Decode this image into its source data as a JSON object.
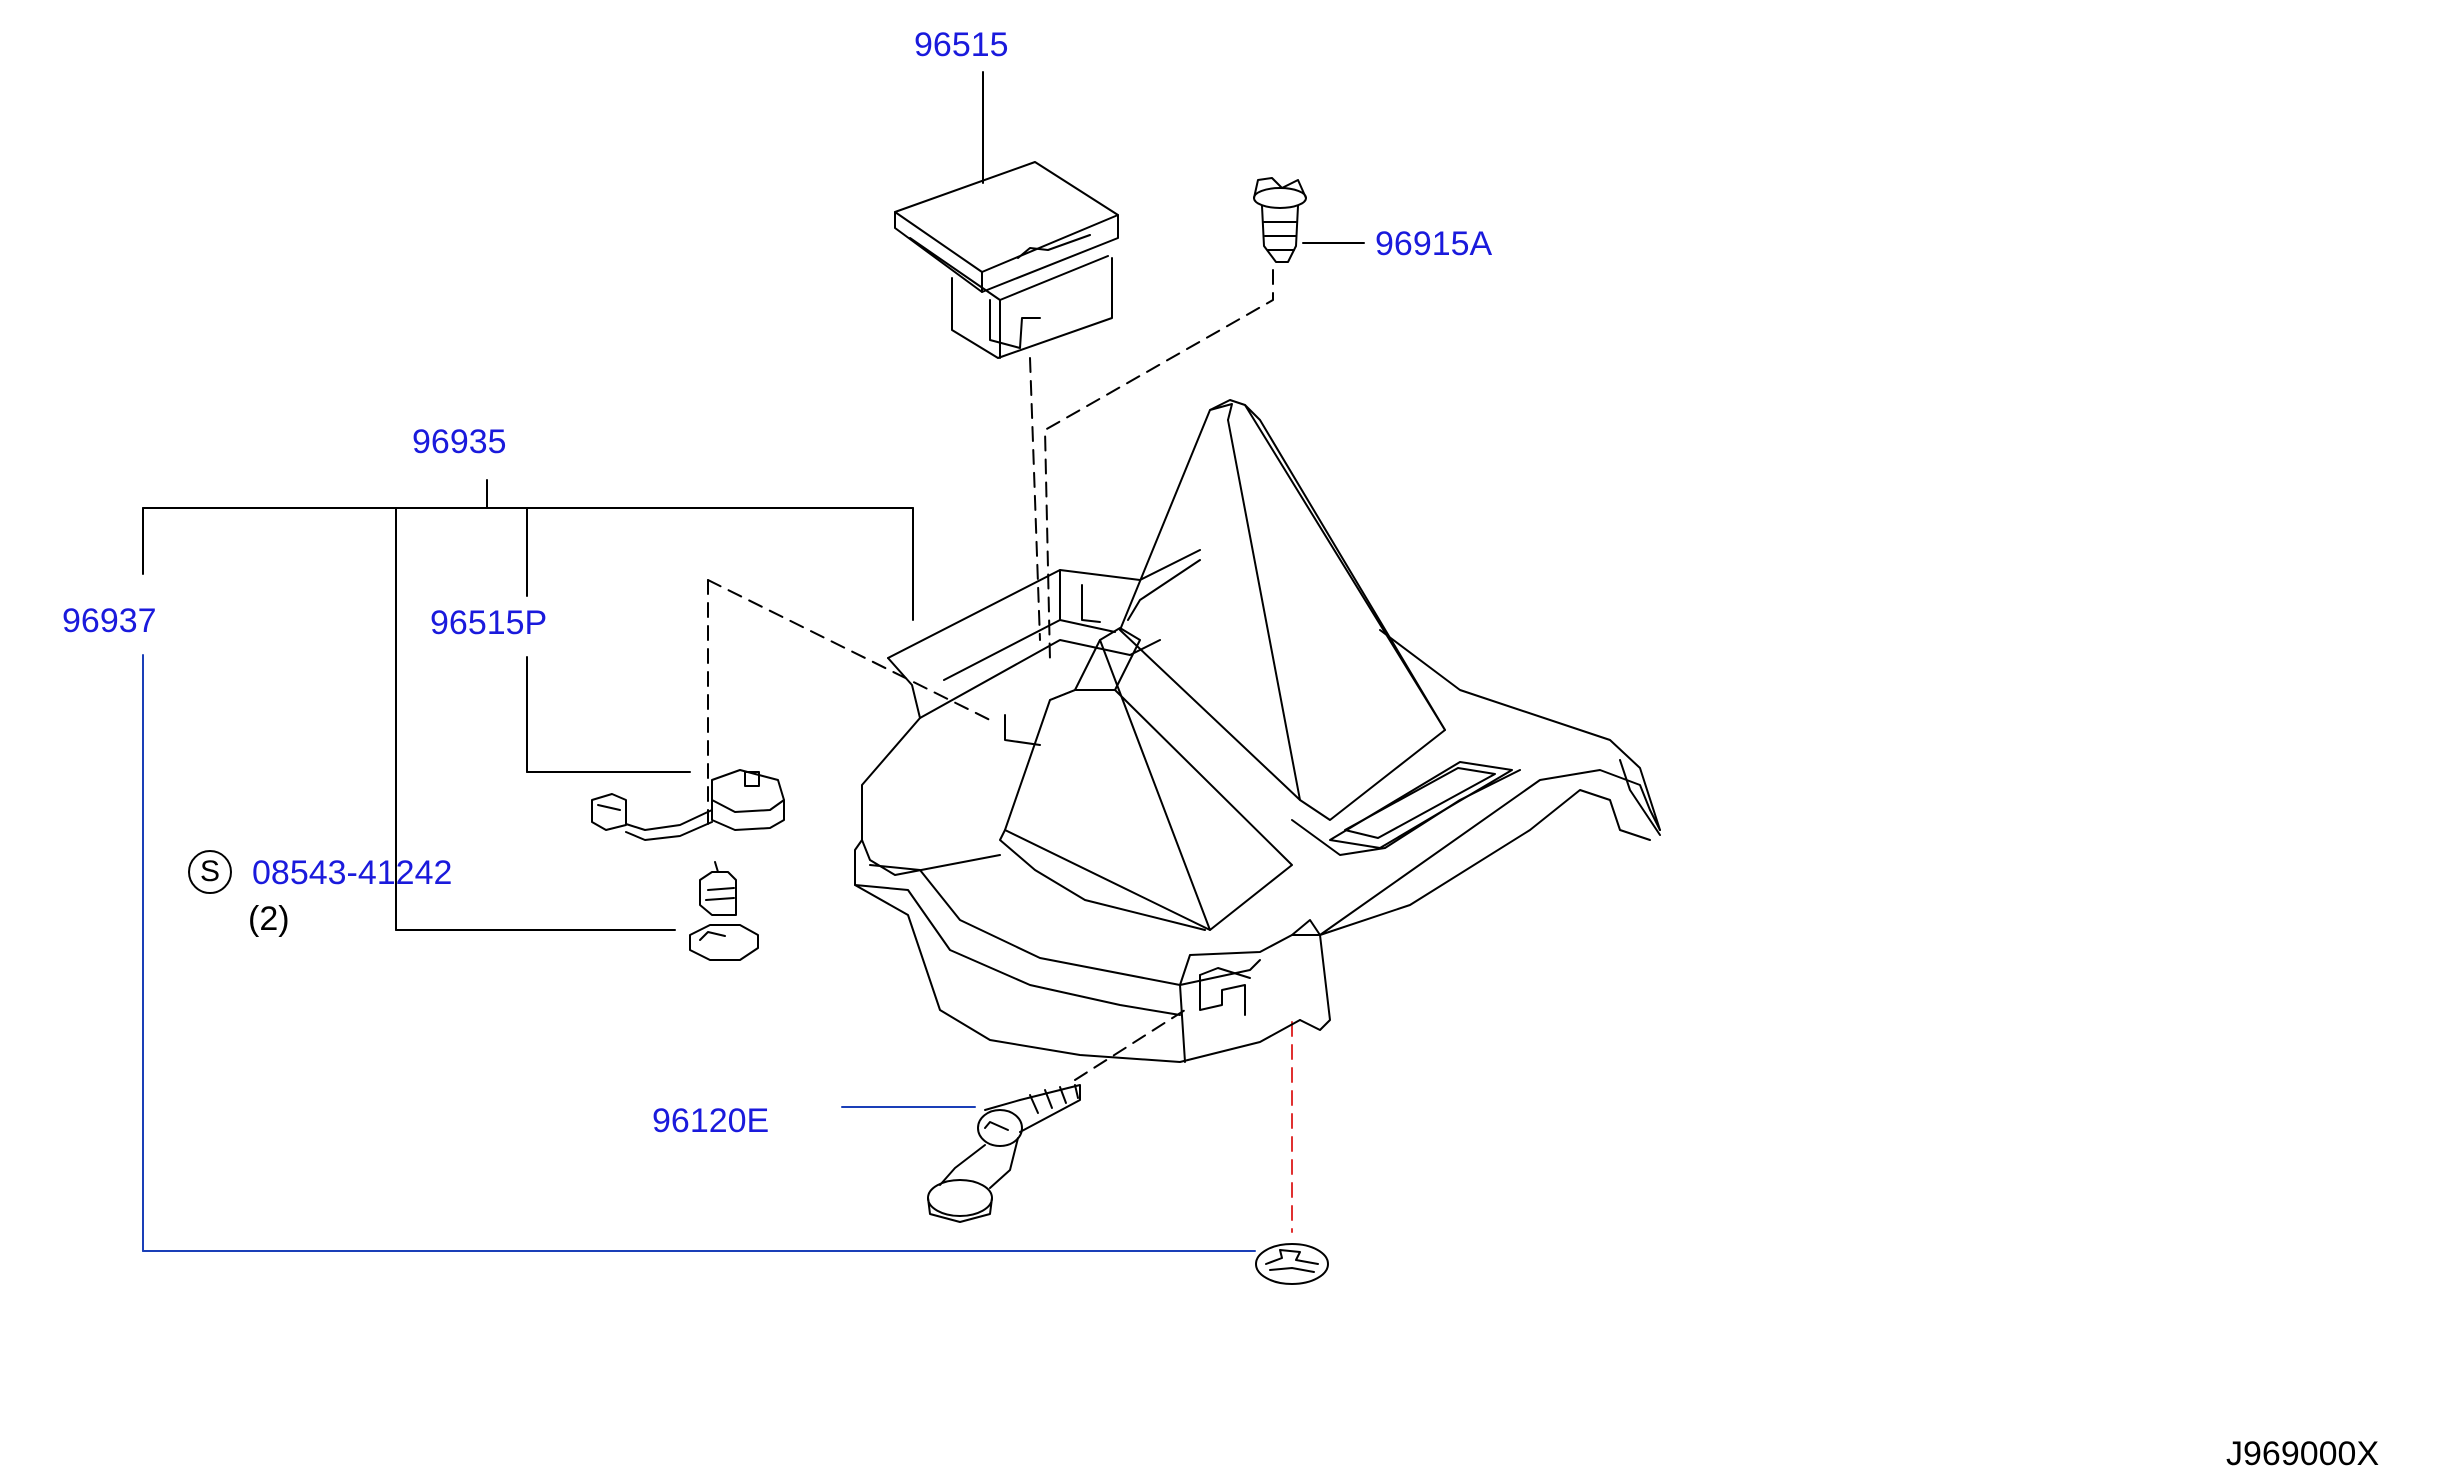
{
  "diagram": {
    "code": "J969000X",
    "colors": {
      "label": "#1a1adc",
      "line": "#000000",
      "leader_blue": "#1a3fb8",
      "dash_red": "#e03030"
    },
    "parts": {
      "p96515": "96515",
      "p96915A": "96915A",
      "p96935": "96935",
      "p96937": "96937",
      "p96515P": "96515P",
      "p08543": "08543-41242",
      "p08543_qty": "(2)",
      "p08543_prefix": "S",
      "p96120E": "96120E"
    }
  }
}
